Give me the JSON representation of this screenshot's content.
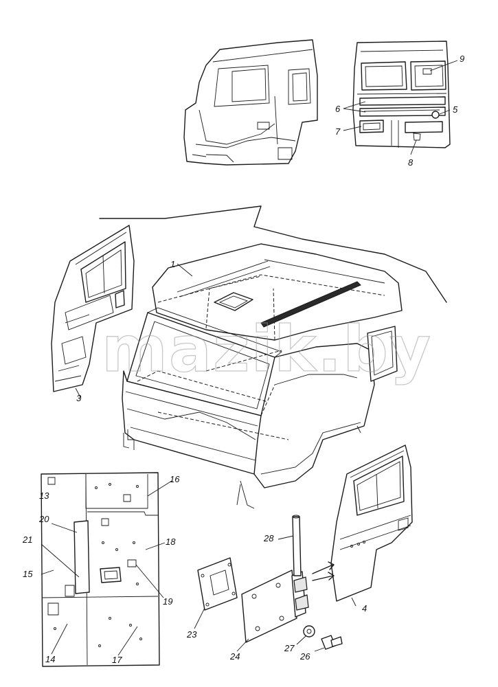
{
  "watermark": "mazik.by",
  "part_labels": {
    "p1": "1",
    "p3": "3",
    "p4": "4",
    "p5": "5",
    "p6": "6",
    "p7": "7",
    "p8": "8",
    "p9": "9",
    "p13": "13",
    "p14": "14",
    "p15": "15",
    "p16": "16",
    "p17": "17",
    "p18": "18",
    "p19": "19",
    "p20": "20",
    "p21": "21",
    "p23": "23",
    "p24": "24",
    "p26": "26",
    "p27": "27",
    "p28": "28"
  }
}
